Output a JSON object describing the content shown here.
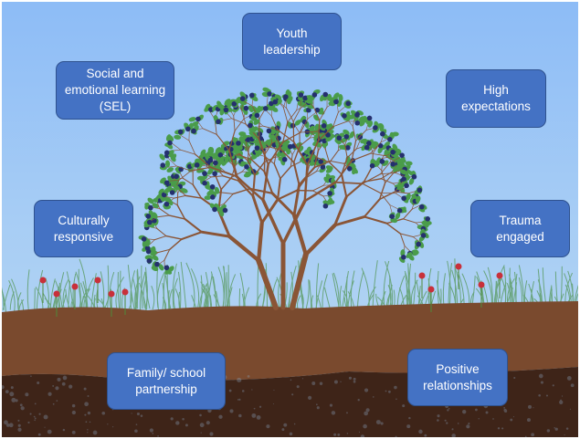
{
  "diagram": {
    "boxes": {
      "youth_leadership": "Youth leadership",
      "sel": "Social and emotional learning (SEL)",
      "high_expectations": "High expectations",
      "culturally_responsive": "Culturally responsive",
      "trauma_engaged": "Trauma engaged",
      "family_school": "Family/ school partnership",
      "positive_relationships": "Positive relationships"
    },
    "colors": {
      "box": "#4472c4",
      "box_border": "#2f528f",
      "sky": "#8fc0f5",
      "topsoil": "#7a4a2e",
      "subsoil": "#3e2418",
      "leaf": "#4a9c4a",
      "berry": "#25306e"
    }
  }
}
